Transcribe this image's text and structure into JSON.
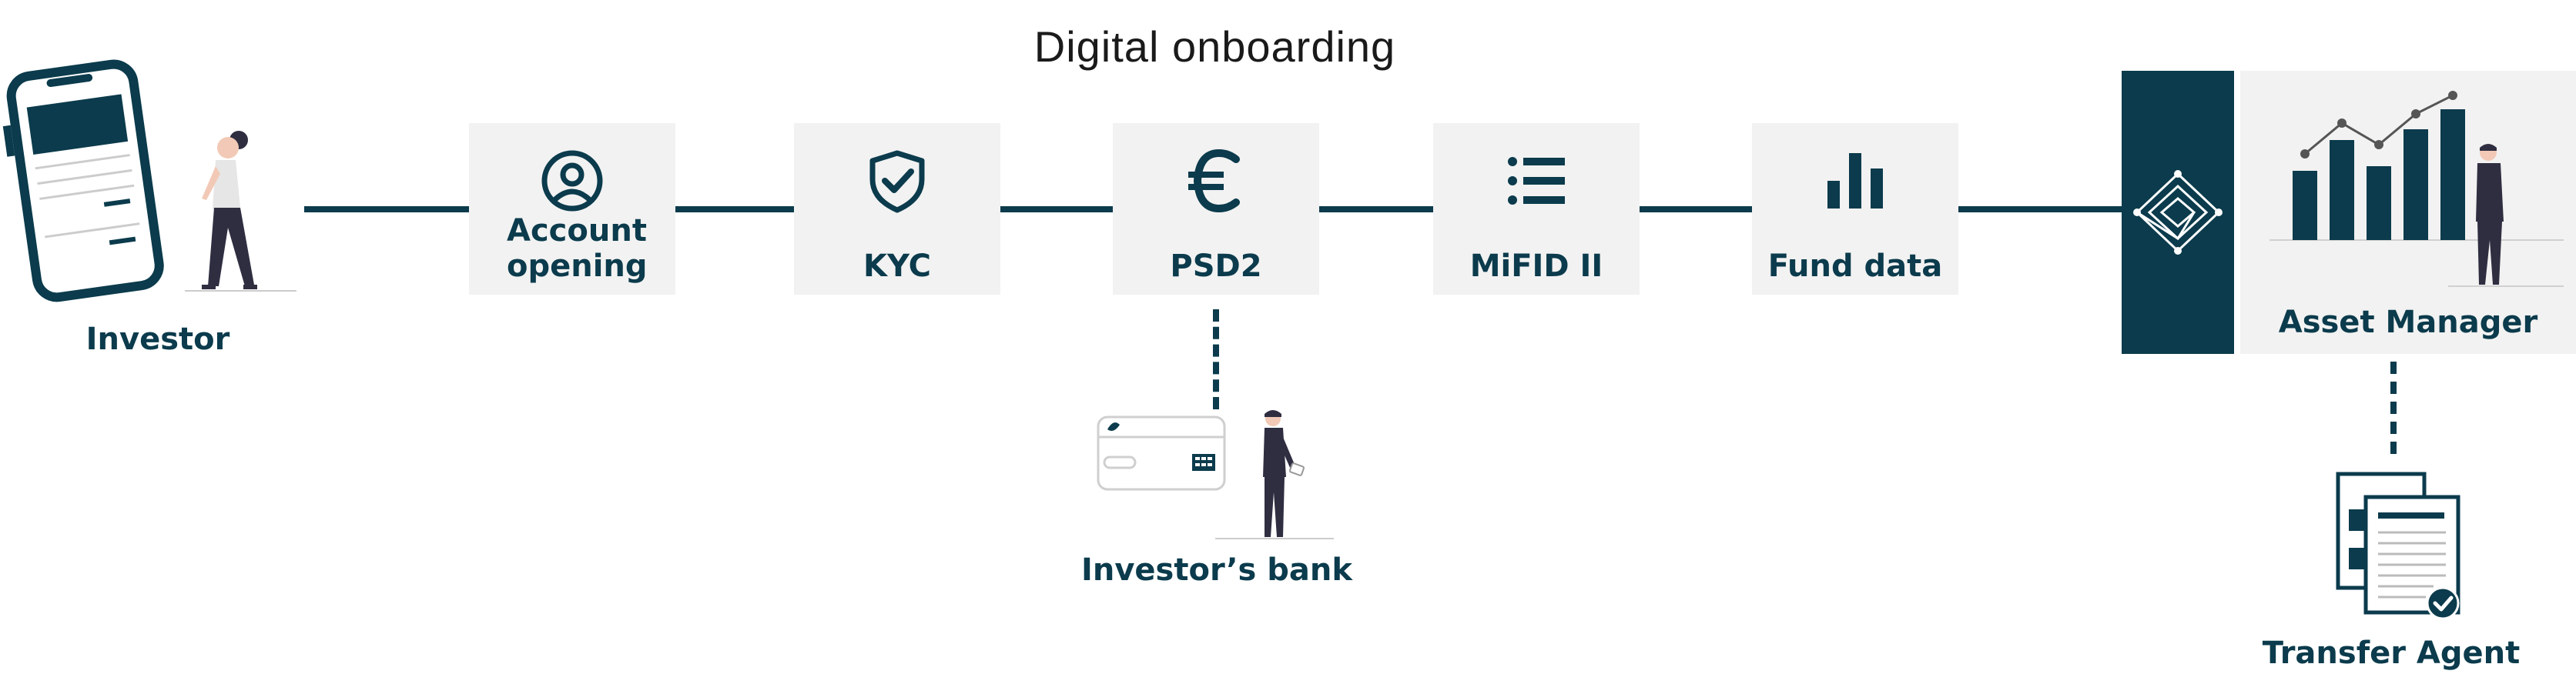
{
  "title": "Digital onboarding",
  "investor": {
    "label": "Investor"
  },
  "steps": [
    {
      "label": "Account opening",
      "icon": "user-circle-icon"
    },
    {
      "label": "KYC",
      "icon": "shield-check-icon"
    },
    {
      "label": "PSD2",
      "icon": "euro-icon"
    },
    {
      "label": "MiFID II",
      "icon": "list-icon"
    },
    {
      "label": "Fund data",
      "icon": "bar-chart-icon"
    }
  ],
  "investors_bank": {
    "label": "Investor’s bank"
  },
  "asset_manager": {
    "label": "Asset Manager"
  },
  "transfer_agent": {
    "label": "Transfer Agent"
  },
  "colors": {
    "primary": "#0b3b4c",
    "box": "#f2f2f2",
    "line": "#0b3b4c"
  }
}
